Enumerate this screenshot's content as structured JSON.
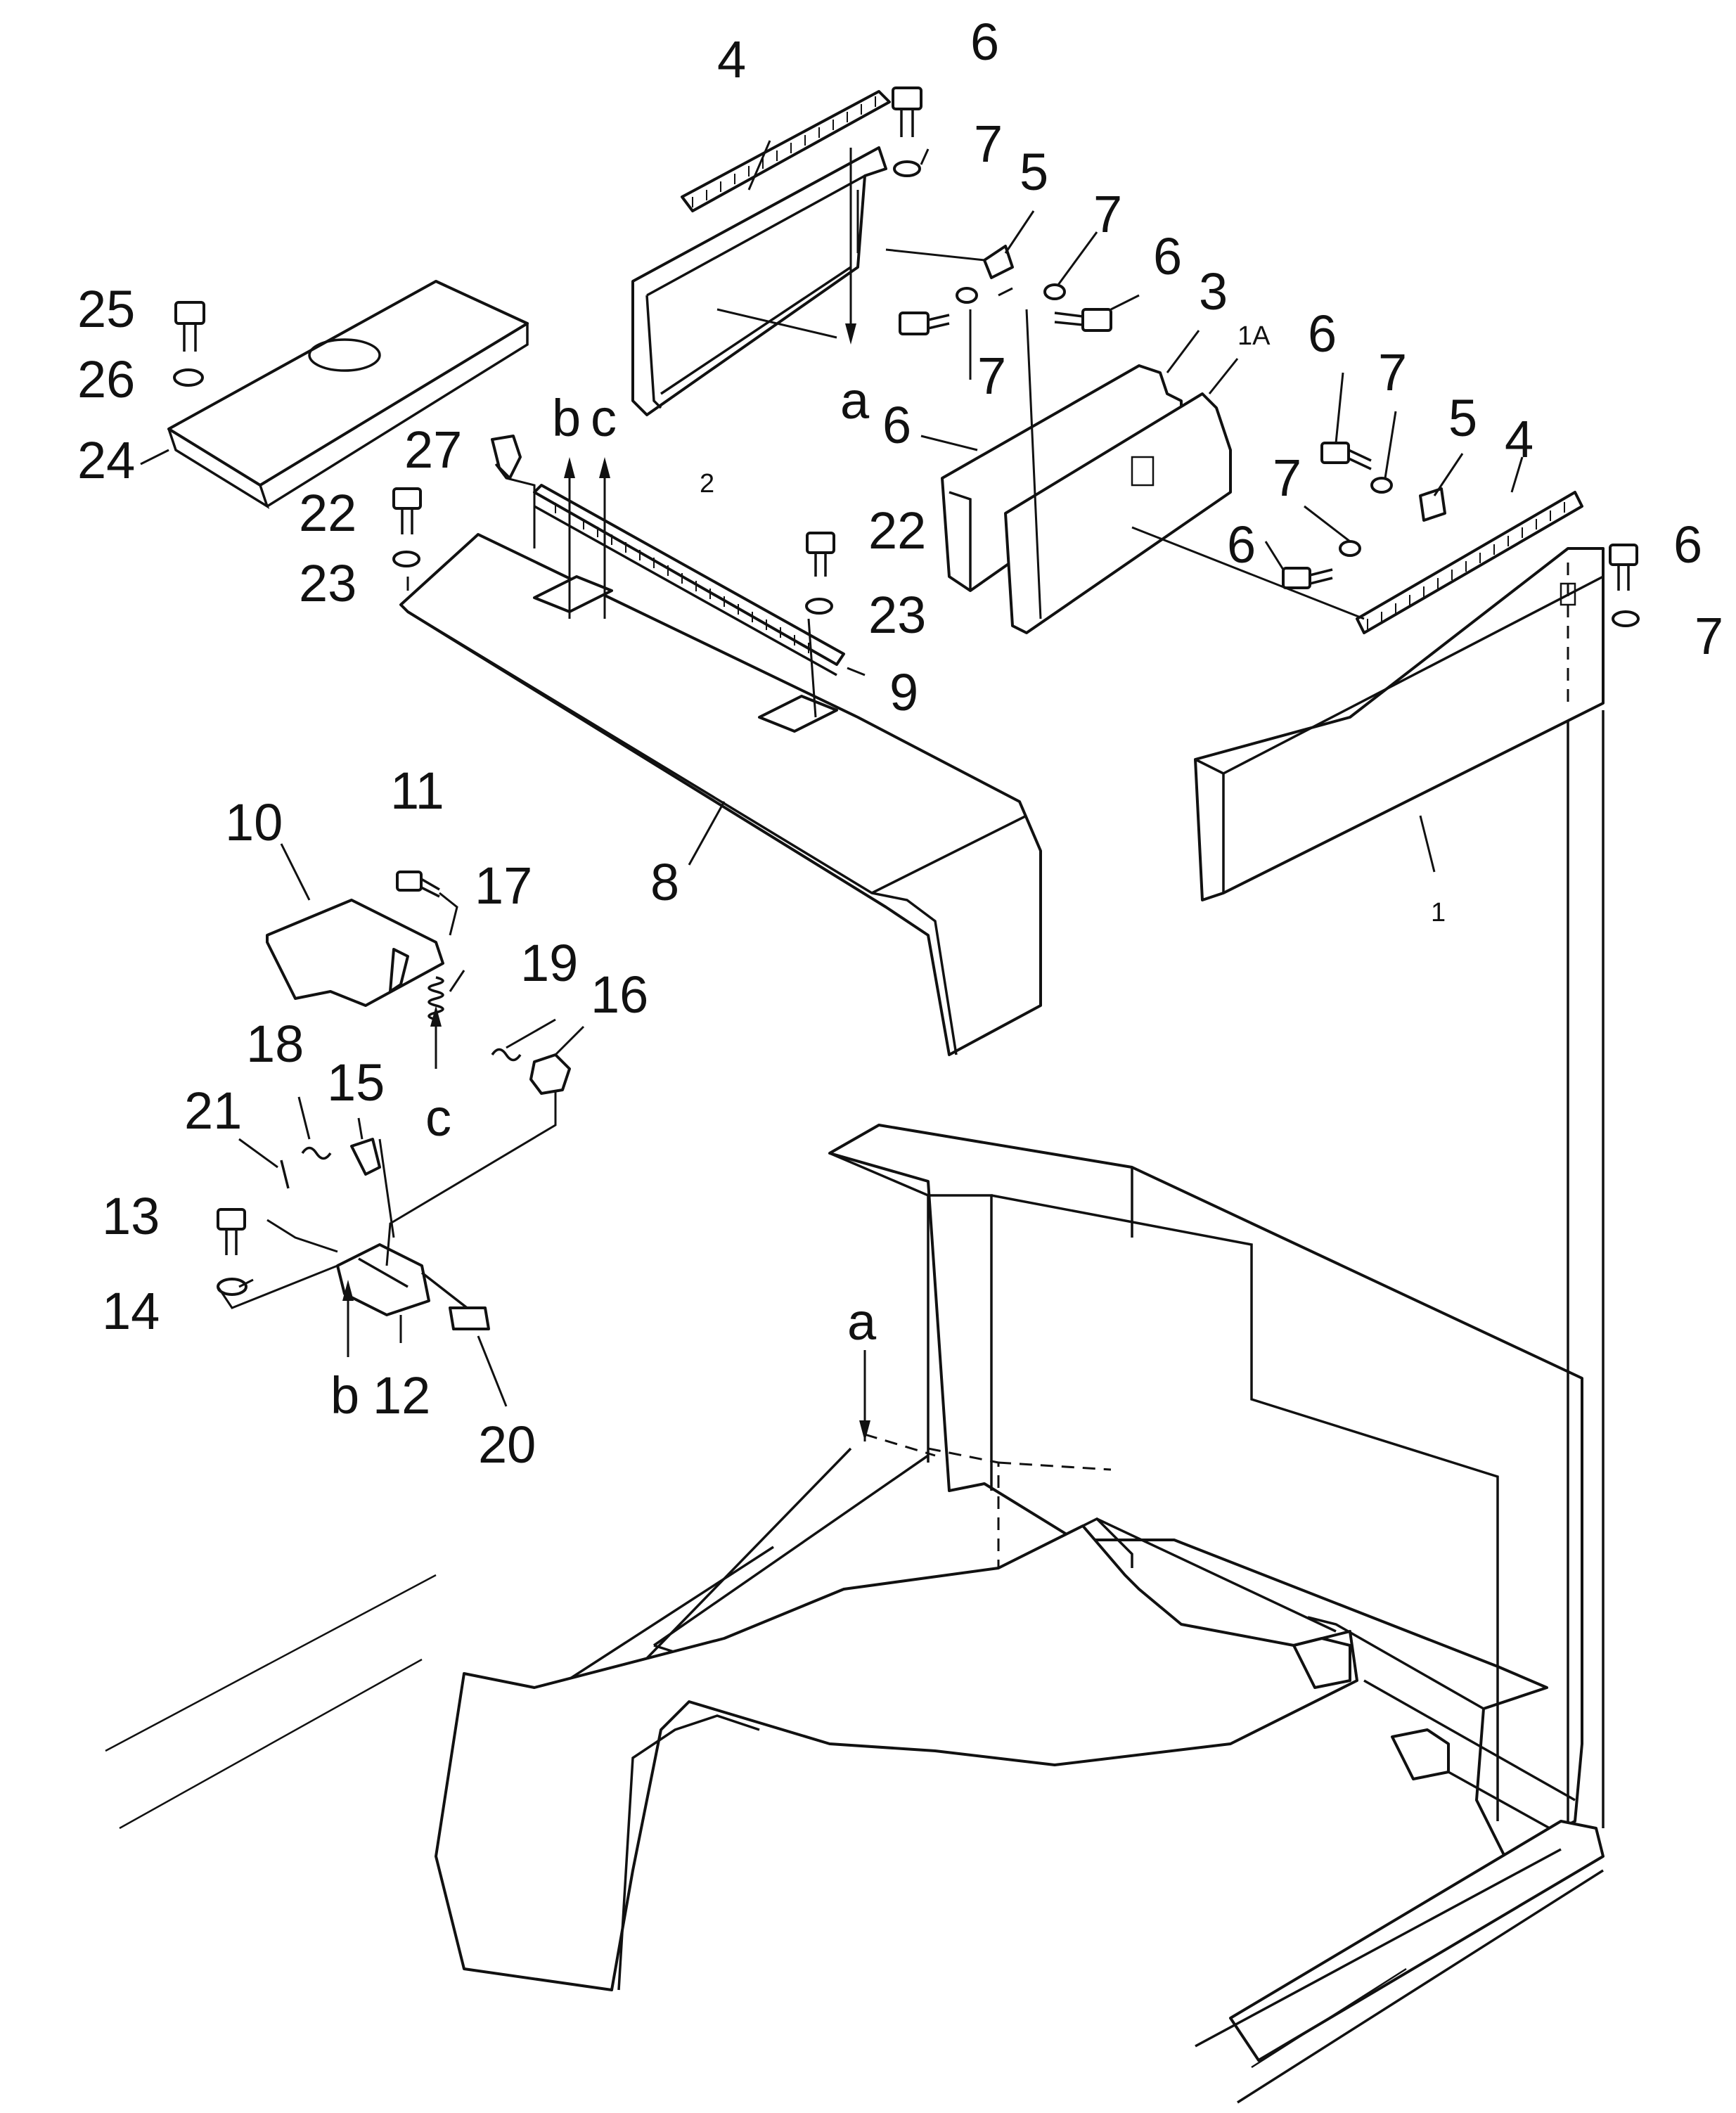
{
  "callouts": [
    {
      "id": "c1",
      "text": "4"
    },
    {
      "id": "c2",
      "text": "6"
    },
    {
      "id": "c3",
      "text": "7"
    },
    {
      "id": "c4",
      "text": "5"
    },
    {
      "id": "c5",
      "text": "7"
    },
    {
      "id": "c6",
      "text": "6"
    },
    {
      "id": "c7",
      "text": "3"
    },
    {
      "id": "c8",
      "text": "1A"
    },
    {
      "id": "c9",
      "text": "6"
    },
    {
      "id": "c10",
      "text": "7"
    },
    {
      "id": "c11",
      "text": "5"
    },
    {
      "id": "c12",
      "text": "4"
    },
    {
      "id": "c13",
      "text": "25"
    },
    {
      "id": "c14",
      "text": "26"
    },
    {
      "id": "c15",
      "text": "24"
    },
    {
      "id": "c16",
      "text": "27"
    },
    {
      "id": "c17",
      "text": "b"
    },
    {
      "id": "c18",
      "text": "c"
    },
    {
      "id": "c19",
      "text": "a"
    },
    {
      "id": "c20",
      "text": "7"
    },
    {
      "id": "c21",
      "text": "6"
    },
    {
      "id": "c22",
      "text": "2"
    },
    {
      "id": "c23",
      "text": "22"
    },
    {
      "id": "c24",
      "text": "23"
    },
    {
      "id": "c25",
      "text": "22"
    },
    {
      "id": "c26",
      "text": "23"
    },
    {
      "id": "c27",
      "text": "9"
    },
    {
      "id": "c28",
      "text": "7"
    },
    {
      "id": "c29",
      "text": "6"
    },
    {
      "id": "c30",
      "text": "6"
    },
    {
      "id": "c31",
      "text": "7"
    },
    {
      "id": "c32",
      "text": "1"
    },
    {
      "id": "c33",
      "text": "8"
    },
    {
      "id": "c34",
      "text": "11"
    },
    {
      "id": "c35",
      "text": "10"
    },
    {
      "id": "c36",
      "text": "17"
    },
    {
      "id": "c37",
      "text": "19"
    },
    {
      "id": "c38",
      "text": "16"
    },
    {
      "id": "c39",
      "text": "18"
    },
    {
      "id": "c40",
      "text": "15"
    },
    {
      "id": "c41",
      "text": "c"
    },
    {
      "id": "c42",
      "text": "21"
    },
    {
      "id": "c43",
      "text": "13"
    },
    {
      "id": "c44",
      "text": "14"
    },
    {
      "id": "c45",
      "text": "b"
    },
    {
      "id": "c46",
      "text": "12"
    },
    {
      "id": "c47",
      "text": "20"
    },
    {
      "id": "c48",
      "text": "a"
    }
  ]
}
